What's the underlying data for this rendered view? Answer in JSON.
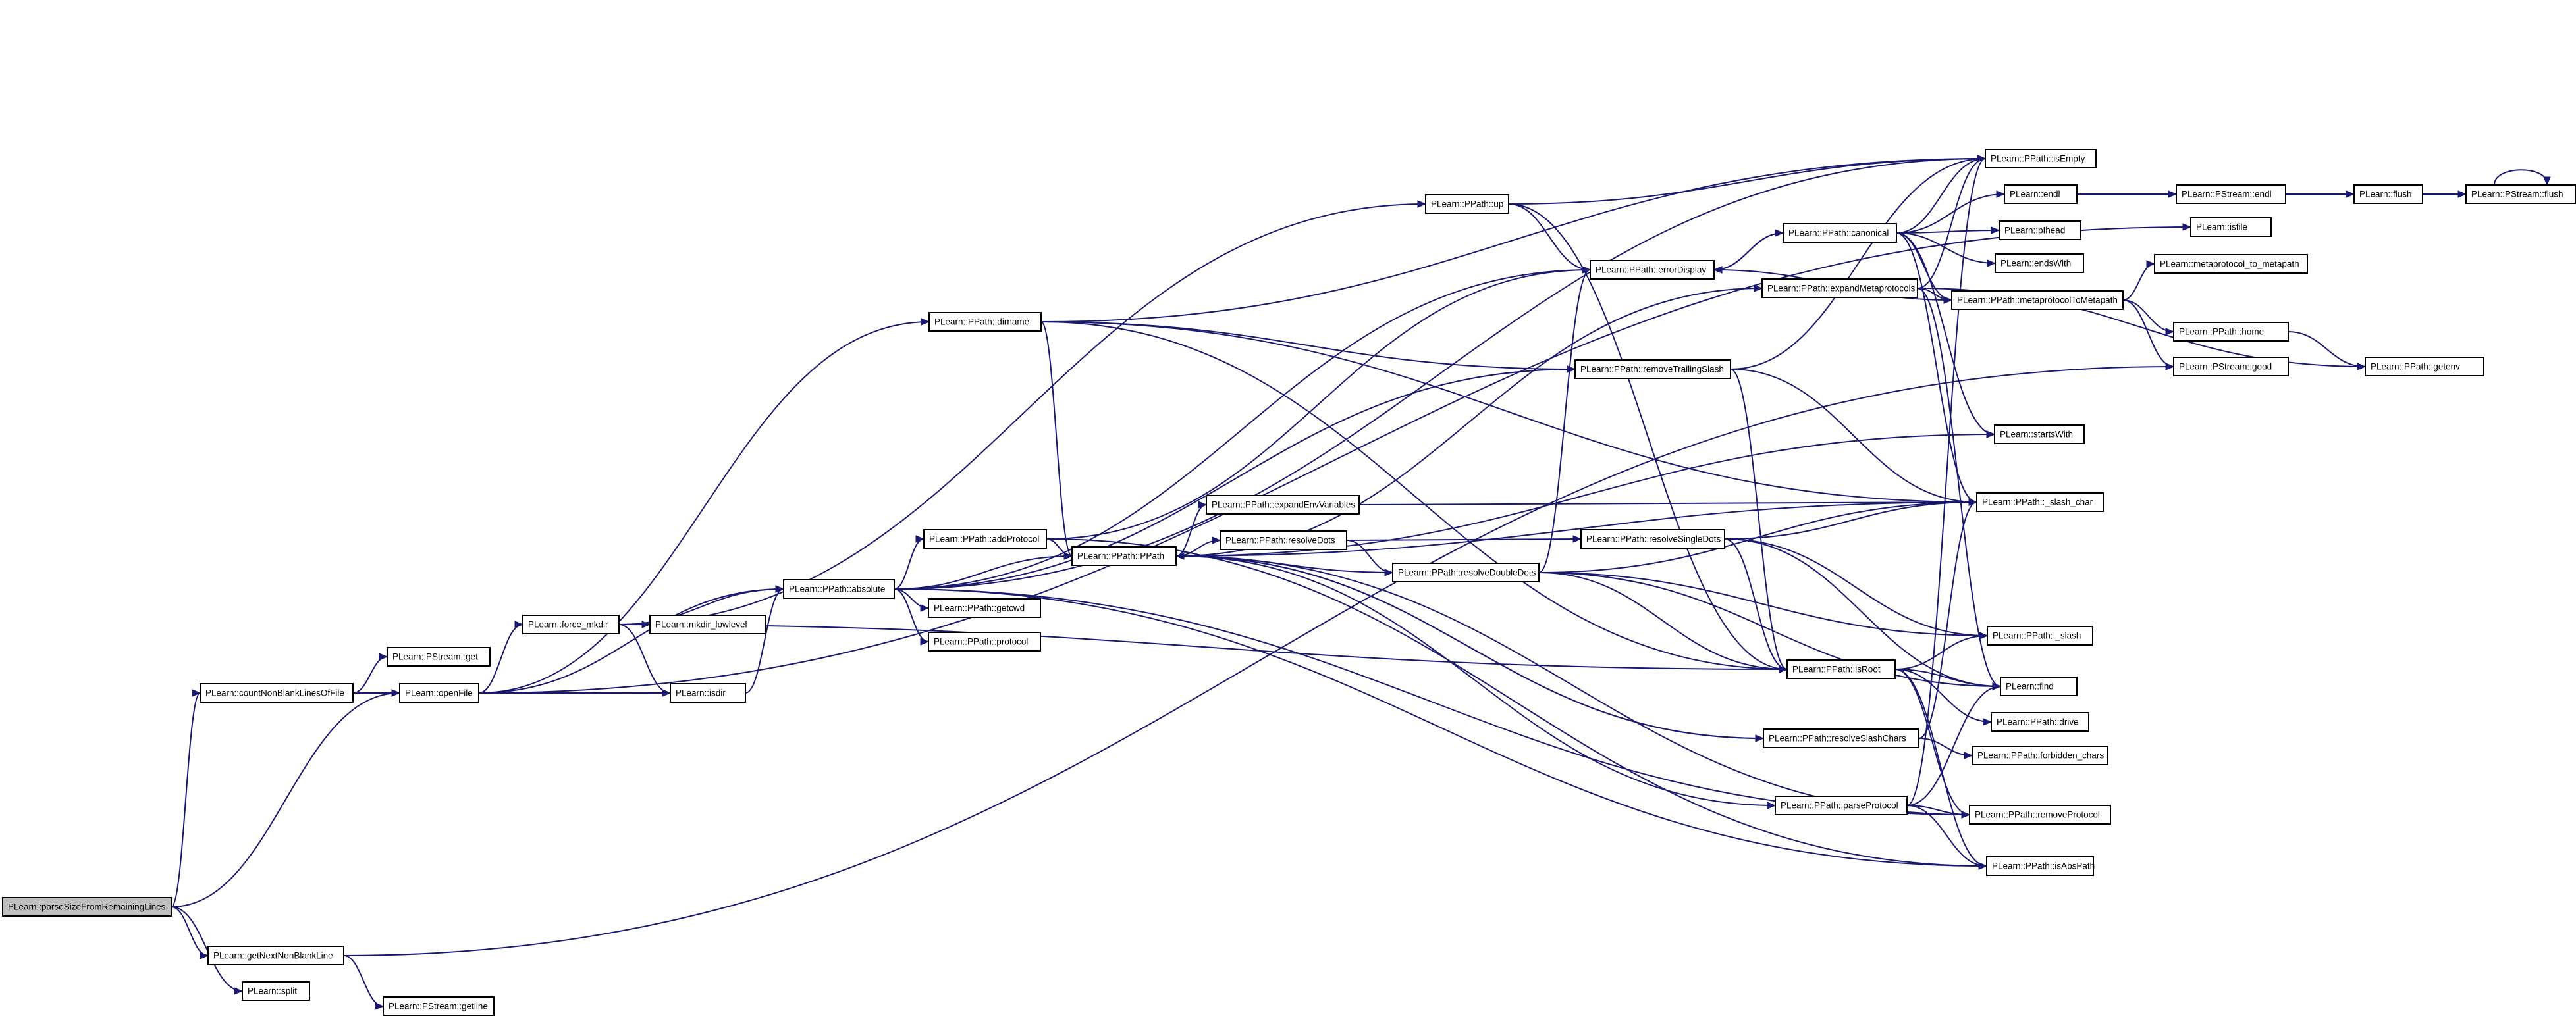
{
  "graph": {
    "nodes": [
      {
        "id": "parseSize",
        "label": "PLearn::parseSizeFromRemainingLines",
        "root": true
      },
      {
        "id": "countNonBlank",
        "label": "PLearn::countNonBlankLinesOfFile"
      },
      {
        "id": "getNextNonBlank",
        "label": "PLearn::getNextNonBlankLine"
      },
      {
        "id": "split",
        "label": "PLearn::split"
      },
      {
        "id": "streamGetline",
        "label": "PLearn::PStream::getline"
      },
      {
        "id": "streamGet",
        "label": "PLearn::PStream::get"
      },
      {
        "id": "openFile",
        "label": "PLearn::openFile"
      },
      {
        "id": "forceMkdir",
        "label": "PLearn::force_mkdir"
      },
      {
        "id": "mkdirLowlevel",
        "label": "PLearn::mkdir_lowlevel"
      },
      {
        "id": "isdir",
        "label": "PLearn::isdir"
      },
      {
        "id": "absolute",
        "label": "PLearn::PPath::absolute"
      },
      {
        "id": "dirname",
        "label": "PLearn::PPath::dirname"
      },
      {
        "id": "addProtocol",
        "label": "PLearn::PPath::addProtocol"
      },
      {
        "id": "getcwd",
        "label": "PLearn::PPath::getcwd"
      },
      {
        "id": "protocol",
        "label": "PLearn::PPath::protocol"
      },
      {
        "id": "ppathCtor",
        "label": "PLearn::PPath::PPath"
      },
      {
        "id": "expandEnv",
        "label": "PLearn::PPath::expandEnvVariables"
      },
      {
        "id": "resolveDots",
        "label": "PLearn::PPath::resolveDots"
      },
      {
        "id": "up",
        "label": "PLearn::PPath::up"
      },
      {
        "id": "errorDisplay",
        "label": "PLearn::PPath::errorDisplay"
      },
      {
        "id": "removeTrailingSlash",
        "label": "PLearn::PPath::removeTrailingSlash"
      },
      {
        "id": "resolveSingleDots",
        "label": "PLearn::PPath::resolveSingleDots"
      },
      {
        "id": "resolveDoubleDots",
        "label": "PLearn::PPath::resolveDoubleDots"
      },
      {
        "id": "canonical",
        "label": "PLearn::PPath::canonical"
      },
      {
        "id": "expandMeta",
        "label": "PLearn::PPath::expandMetaprotocols"
      },
      {
        "id": "isRoot",
        "label": "PLearn::PPath::isRoot"
      },
      {
        "id": "resolveSlashChars",
        "label": "PLearn::PPath::resolveSlashChars"
      },
      {
        "id": "parseProtocol",
        "label": "PLearn::PPath::parseProtocol"
      },
      {
        "id": "isEmpty",
        "label": "PLearn::PPath::isEmpty"
      },
      {
        "id": "endl",
        "label": "PLearn::endl"
      },
      {
        "id": "pshead",
        "label": "PLearn::pIhead"
      },
      {
        "id": "endsWith",
        "label": "PLearn::endsWith"
      },
      {
        "id": "metaToMeta",
        "label": "PLearn::PPath::metaprotocolToMetapath"
      },
      {
        "id": "startsWith",
        "label": "PLearn::startsWith"
      },
      {
        "id": "slashChar",
        "label": "PLearn::PPath::_slash_char"
      },
      {
        "id": "slash",
        "label": "PLearn::PPath::_slash"
      },
      {
        "id": "find",
        "label": "PLearn::find"
      },
      {
        "id": "drive",
        "label": "PLearn::PPath::drive"
      },
      {
        "id": "forbidden",
        "label": "PLearn::PPath::forbidden_chars"
      },
      {
        "id": "removeProtocol",
        "label": "PLearn::PPath::removeProtocol"
      },
      {
        "id": "isAbsPath",
        "label": "PLearn::PPath::isAbsPath"
      },
      {
        "id": "pstreamEndl",
        "label": "PLearn::PStream::endl"
      },
      {
        "id": "flush",
        "label": "PLearn::flush"
      },
      {
        "id": "pstreamFlush",
        "label": "PLearn::PStream::flush"
      },
      {
        "id": "isfile",
        "label": "PLearn::isfile"
      },
      {
        "id": "metaToMetapath",
        "label": "PLearn::metaprotocol_to_metapath"
      },
      {
        "id": "home",
        "label": "PLearn::PPath::home"
      },
      {
        "id": "good",
        "label": "PLearn::PStream::good"
      },
      {
        "id": "getenv",
        "label": "PLearn::PPath::getenv"
      }
    ],
    "edges": [
      [
        "parseSize",
        "countNonBlank"
      ],
      [
        "parseSize",
        "openFile"
      ],
      [
        "parseSize",
        "getNextNonBlank"
      ],
      [
        "parseSize",
        "split"
      ],
      [
        "getNextNonBlank",
        "streamGetline"
      ],
      [
        "getNextNonBlank",
        "good"
      ],
      [
        "countNonBlank",
        "streamGet"
      ],
      [
        "countNonBlank",
        "openFile"
      ],
      [
        "openFile",
        "forceMkdir"
      ],
      [
        "openFile",
        "isdir"
      ],
      [
        "openFile",
        "absolute"
      ],
      [
        "openFile",
        "dirname"
      ],
      [
        "openFile",
        "isfile"
      ],
      [
        "forceMkdir",
        "mkdirLowlevel"
      ],
      [
        "forceMkdir",
        "isdir"
      ],
      [
        "forceMkdir",
        "absolute"
      ],
      [
        "forceMkdir",
        "up"
      ],
      [
        "forceMkdir",
        "isRoot"
      ],
      [
        "isdir",
        "absolute"
      ],
      [
        "absolute",
        "addProtocol"
      ],
      [
        "absolute",
        "getcwd"
      ],
      [
        "absolute",
        "protocol"
      ],
      [
        "absolute",
        "ppathCtor"
      ],
      [
        "absolute",
        "isEmpty"
      ],
      [
        "absolute",
        "errorDisplay"
      ],
      [
        "absolute",
        "removeTrailingSlash"
      ],
      [
        "absolute",
        "isAbsPath"
      ],
      [
        "absolute",
        "removeProtocol"
      ],
      [
        "dirname",
        "ppathCtor"
      ],
      [
        "dirname",
        "removeTrailingSlash"
      ],
      [
        "dirname",
        "isEmpty"
      ],
      [
        "dirname",
        "slashChar"
      ],
      [
        "dirname",
        "isRoot"
      ],
      [
        "addProtocol",
        "ppathCtor"
      ],
      [
        "addProtocol",
        "errorDisplay"
      ],
      [
        "addProtocol",
        "isAbsPath"
      ],
      [
        "ppathCtor",
        "expandEnv"
      ],
      [
        "ppathCtor",
        "resolveDots"
      ],
      [
        "ppathCtor",
        "expandMeta"
      ],
      [
        "ppathCtor",
        "resolveSlashChars"
      ],
      [
        "ppathCtor",
        "parseProtocol"
      ],
      [
        "ppathCtor",
        "removeProtocol"
      ],
      [
        "ppathCtor",
        "slashChar"
      ],
      [
        "ppathCtor",
        "startsWith"
      ],
      [
        "expandEnv",
        "slashChar"
      ],
      [
        "resolveDots",
        "resolveSingleDots"
      ],
      [
        "resolveDots",
        "resolveDoubleDots"
      ],
      [
        "resolveDoubleDots",
        "ppathCtor"
      ],
      [
        "resolveDoubleDots",
        "errorDisplay"
      ],
      [
        "resolveDoubleDots",
        "isRoot"
      ],
      [
        "resolveDoubleDots",
        "slash"
      ],
      [
        "resolveDoubleDots",
        "find"
      ],
      [
        "resolveDoubleDots",
        "slashChar"
      ],
      [
        "resolveSingleDots",
        "slashChar"
      ],
      [
        "resolveSingleDots",
        "slash"
      ],
      [
        "resolveSingleDots",
        "find"
      ],
      [
        "resolveSingleDots",
        "isRoot"
      ],
      [
        "up",
        "isEmpty"
      ],
      [
        "up",
        "errorDisplay"
      ],
      [
        "up",
        "isRoot"
      ],
      [
        "removeTrailingSlash",
        "isEmpty"
      ],
      [
        "removeTrailingSlash",
        "isRoot"
      ],
      [
        "removeTrailingSlash",
        "slashChar"
      ],
      [
        "errorDisplay",
        "canonical"
      ],
      [
        "canonical",
        "isEmpty"
      ],
      [
        "canonical",
        "endl"
      ],
      [
        "canonical",
        "pshead"
      ],
      [
        "canonical",
        "endsWith"
      ],
      [
        "canonical",
        "metaToMeta"
      ],
      [
        "canonical",
        "startsWith"
      ],
      [
        "canonical",
        "slashChar"
      ],
      [
        "canonical",
        "errorDisplay"
      ],
      [
        "expandMeta",
        "isEmpty"
      ],
      [
        "expandMeta",
        "metaToMeta"
      ],
      [
        "expandMeta",
        "getenv"
      ],
      [
        "expandMeta",
        "find"
      ],
      [
        "metaToMeta",
        "errorDisplay"
      ],
      [
        "metaToMeta",
        "metaToMetapath"
      ],
      [
        "metaToMeta",
        "home"
      ],
      [
        "metaToMeta",
        "good"
      ],
      [
        "home",
        "getenv"
      ],
      [
        "isRoot",
        "slash"
      ],
      [
        "isRoot",
        "find"
      ],
      [
        "isRoot",
        "drive"
      ],
      [
        "isRoot",
        "removeProtocol"
      ],
      [
        "isRoot",
        "isAbsPath"
      ],
      [
        "resolveSlashChars",
        "forbidden"
      ],
      [
        "resolveSlashChars",
        "slashChar"
      ],
      [
        "resolveSlashChars",
        "ppathCtor"
      ],
      [
        "parseProtocol",
        "removeProtocol"
      ],
      [
        "parseProtocol",
        "isAbsPath"
      ],
      [
        "parseProtocol",
        "find"
      ],
      [
        "parseProtocol",
        "isEmpty"
      ],
      [
        "endl",
        "pstreamEndl"
      ],
      [
        "pstreamEndl",
        "flush"
      ],
      [
        "flush",
        "pstreamFlush"
      ],
      [
        "pstreamFlush",
        "pstreamFlush"
      ]
    ]
  }
}
